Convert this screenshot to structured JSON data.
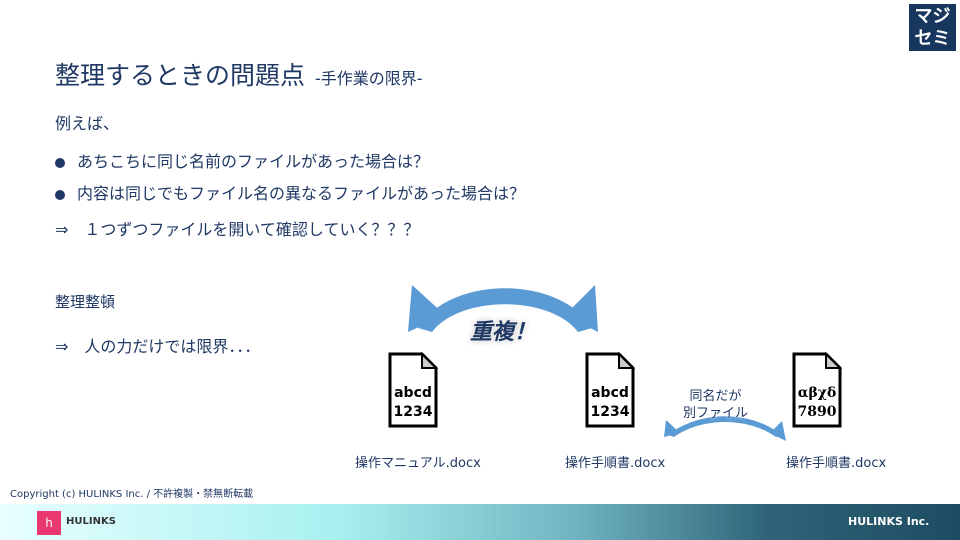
{
  "title": "整理するときの問題点",
  "subtitle": "-手作業の限界-",
  "logo": {
    "line1": "マジ",
    "line2": "セミ"
  },
  "intro": "例えば、",
  "bullets": [
    "あちこちに同じ名前のファイルがあった場合は？",
    "内容は同じでもファイル名の異なるファイルがあった場合は？"
  ],
  "arrow_line": "⇒　１つずつファイルを開いて確認していく？？？",
  "section2": "整理整頓",
  "arrow_line2": "⇒　人の力だけでは限界．．．",
  "diagram": {
    "duplicate_label": "重複！",
    "same_name_label1": "同名だが",
    "same_name_label2": "別ファイル",
    "files": [
      {
        "line1": "abcd",
        "line2": "1234",
        "name": "操作マニュアル.docx"
      },
      {
        "line1": "abcd",
        "line2": "1234",
        "name": "操作手順書.docx"
      },
      {
        "line1": "αβχδ",
        "line2": "7890",
        "name": "操作手順書.docx"
      }
    ]
  },
  "copyright": "Copyright (c) HULINKS Inc. / 不許複製・禁無断転載",
  "footer": {
    "brand": "HULINKS",
    "company": "HULINKS Inc."
  },
  "colors": {
    "text": "#1f3864",
    "arrow": "#5b9bd5",
    "logo_bg": "#17375e"
  }
}
